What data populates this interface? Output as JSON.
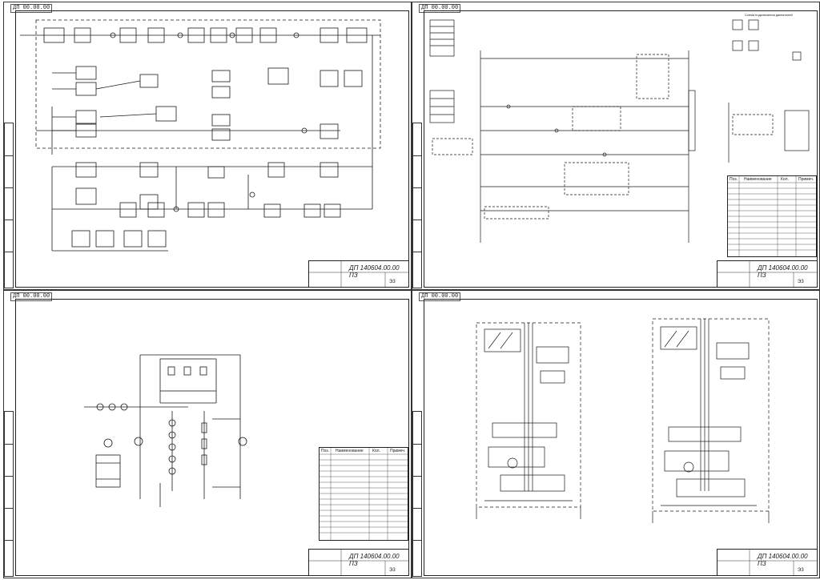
{
  "sheets": [
    {
      "id": "sheet-1",
      "stamp": "ДП 00.00.00",
      "title_block": {
        "code": "ДП 140604.00.00 ПЗ",
        "bottom": "Э3"
      }
    },
    {
      "id": "sheet-2",
      "stamp": "ДП 00.00.00",
      "title_block": {
        "code": "ДП 140604.00.00 ПЗ",
        "bottom": "Э3"
      }
    },
    {
      "id": "sheet-3",
      "stamp": "ДП 00.00.00",
      "title_block": {
        "code": "ДП 140604.00.00 ПЗ",
        "bottom": "Э3"
      }
    },
    {
      "id": "sheet-4",
      "stamp": "ДП 00.00.00",
      "title_block": {
        "code": "ДП 140604.00.00 ПЗ",
        "bottom": "Э3"
      }
    }
  ],
  "sheet2_header_text": "Схема подключения двигателей",
  "sheet3_parts_header": [
    "Поз.",
    "Наименование",
    "Кол.",
    "Примеч."
  ],
  "sheet2_parts_header": [
    "Поз.",
    "Наименование",
    "Кол.",
    "Примеч."
  ],
  "colors": {
    "line": "#1a1a1a",
    "paper": "#ffffff",
    "frame": "#222222"
  }
}
